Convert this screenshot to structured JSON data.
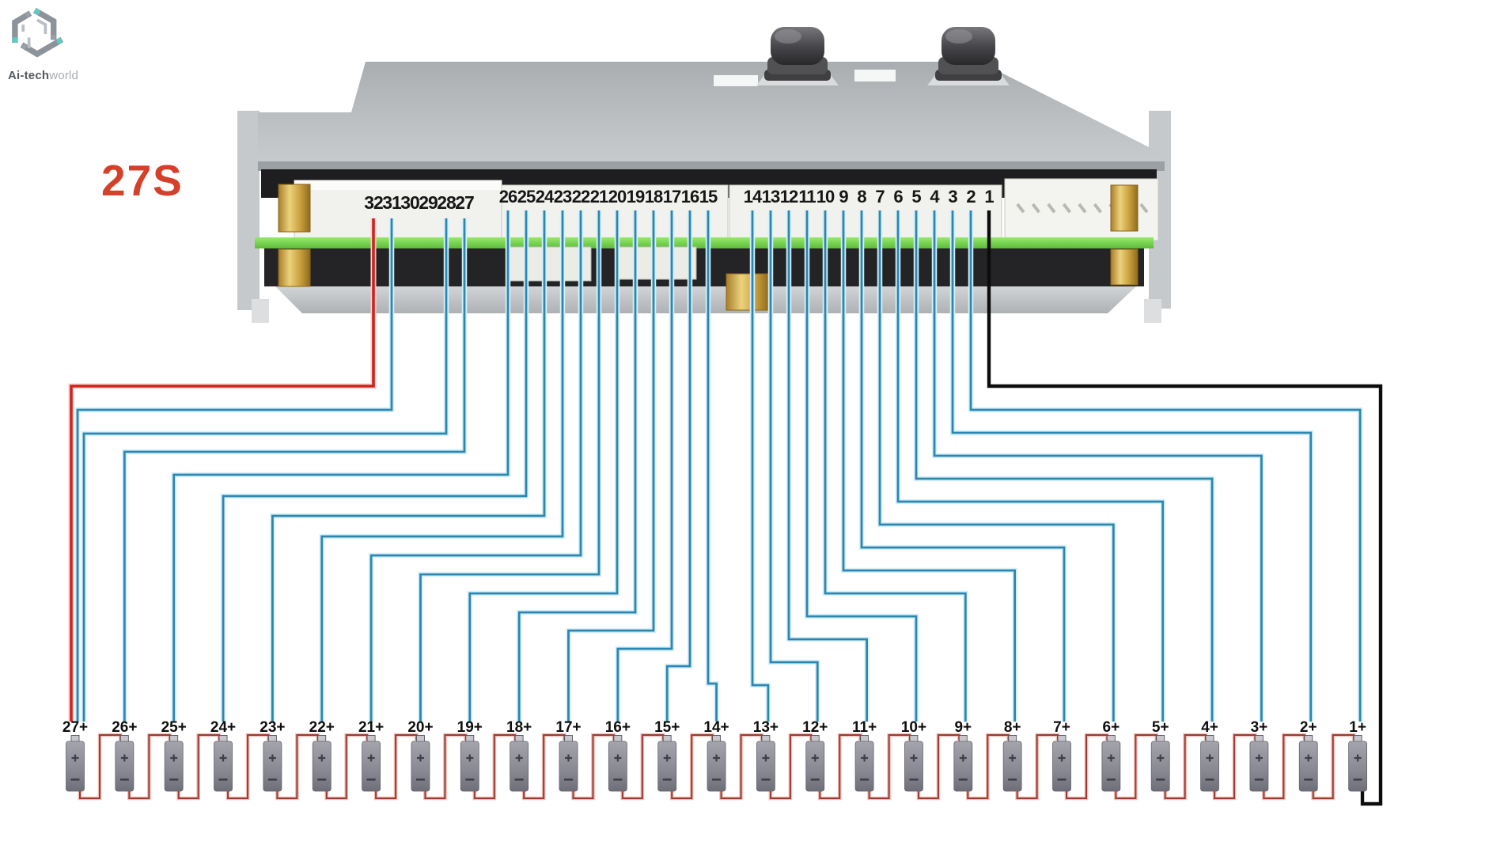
{
  "logo": {
    "brand_bold": "Ai-tech",
    "brand_light": "world"
  },
  "config_label": "27S",
  "board": {
    "connectors": [
      {
        "id": "left",
        "pins": [
          "32",
          "31",
          "30",
          "29",
          "28",
          "27"
        ]
      },
      {
        "id": "middle",
        "pins": [
          "26",
          "25",
          "24",
          "23",
          "22",
          "21",
          "20",
          "19",
          "18",
          "17",
          "16",
          "15"
        ]
      },
      {
        "id": "right",
        "pins": [
          "14",
          "13",
          "12",
          "11",
          "10",
          "9",
          "8",
          "7",
          "6",
          "5",
          "4",
          "3",
          "2",
          "1"
        ]
      },
      {
        "id": "comm",
        "pins": []
      }
    ]
  },
  "batteries": {
    "labels": [
      "27+",
      "26+",
      "25+",
      "24+",
      "23+",
      "22+",
      "21+",
      "20+",
      "19+",
      "18+",
      "17+",
      "16+",
      "15+",
      "14+",
      "13+",
      "12+",
      "11+",
      "10+",
      "9+",
      "8+",
      "7+",
      "6+",
      "5+",
      "4+",
      "3+",
      "2+",
      "1+"
    ],
    "plus_symbol": "+",
    "minus_symbol": "−"
  },
  "wires": [
    {
      "pin": "32",
      "to": "27+",
      "color": "red"
    },
    {
      "pin": "31",
      "to": "27+",
      "color": "blue"
    },
    {
      "pin": "28",
      "to": "27+",
      "color": "blue"
    },
    {
      "pin": "27",
      "to": "26+",
      "color": "blue"
    },
    {
      "pin": "26",
      "to": "25+",
      "color": "blue"
    },
    {
      "pin": "25",
      "to": "24+",
      "color": "blue"
    },
    {
      "pin": "24",
      "to": "23+",
      "color": "blue"
    },
    {
      "pin": "23",
      "to": "22+",
      "color": "blue"
    },
    {
      "pin": "22",
      "to": "21+",
      "color": "blue"
    },
    {
      "pin": "21",
      "to": "20+",
      "color": "blue"
    },
    {
      "pin": "20",
      "to": "19+",
      "color": "blue"
    },
    {
      "pin": "19",
      "to": "18+",
      "color": "blue"
    },
    {
      "pin": "18",
      "to": "17+",
      "color": "blue"
    },
    {
      "pin": "17",
      "to": "16+",
      "color": "blue"
    },
    {
      "pin": "16",
      "to": "15+",
      "color": "blue"
    },
    {
      "pin": "15",
      "to": "14+",
      "color": "blue"
    },
    {
      "pin": "14",
      "to": "13+",
      "color": "blue"
    },
    {
      "pin": "13",
      "to": "12+",
      "color": "blue"
    },
    {
      "pin": "12",
      "to": "11+",
      "color": "blue"
    },
    {
      "pin": "11",
      "to": "10+",
      "color": "blue"
    },
    {
      "pin": "10",
      "to": "9+",
      "color": "blue"
    },
    {
      "pin": "9",
      "to": "8+",
      "color": "blue"
    },
    {
      "pin": "8",
      "to": "7+",
      "color": "blue"
    },
    {
      "pin": "7",
      "to": "6+",
      "color": "blue"
    },
    {
      "pin": "6",
      "to": "5+",
      "color": "blue"
    },
    {
      "pin": "5",
      "to": "4+",
      "color": "blue"
    },
    {
      "pin": "4",
      "to": "3+",
      "color": "blue"
    },
    {
      "pin": "3",
      "to": "2+",
      "color": "blue"
    },
    {
      "pin": "2",
      "to": "1+",
      "color": "blue"
    },
    {
      "pin": "1",
      "to": "1-",
      "color": "black"
    }
  ],
  "colors": {
    "wire_blue": "#2b87b0",
    "wire_blue_halo": "#d8f0fa",
    "wire_red": "#ce2420",
    "wire_red_halo": "#f6d4cf",
    "wire_black": "#0c0c0c",
    "series_link": "#9c3a33",
    "series_link_halo": "#f0bcb2",
    "pcb_green": "#7fd957",
    "accent_text": "#d4402a"
  }
}
